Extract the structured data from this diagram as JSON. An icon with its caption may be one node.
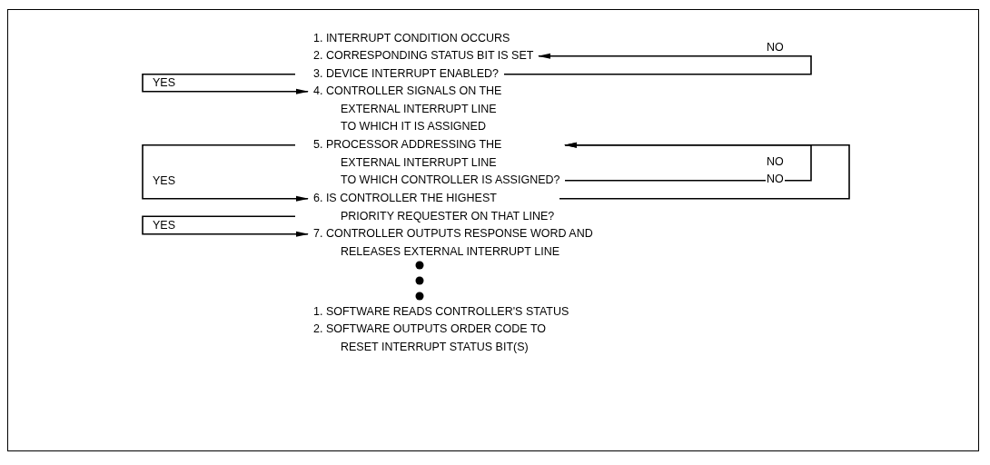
{
  "diagram": {
    "nodes": [
      {
        "text": [
          "1. INTERRUPT CONDITION OCCURS"
        ]
      },
      {
        "text": [
          "2. CORRESPONDING STATUS BIT IS SET"
        ]
      },
      {
        "text": [
          "3. DEVICE INTERRUPT ENABLED?"
        ]
      },
      {
        "text": [
          "4. CONTROLLER SIGNALS ON THE EXTERNAL INTERRUPT LINE TO WHICH IT IS ASSIGNED"
        ]
      },
      {
        "text": [
          "5. PROCESSOR ADDRESSING THE EXTERNAL INTERRUPT LINE TO WHICH CONTROLLER IS ASSIGNED?"
        ]
      },
      {
        "text": [
          "6. IS CONTROLLER THE HIGHEST PRIORITY REQUESTER ON THAT LINE?"
        ]
      },
      {
        "text": [
          "7. CONTROLLER OUTPUTS RESPONSE WORD AND RELEASES EXTERNAL INTERRUPT LINE"
        ]
      },
      {
        "text": [
          "1. SOFTWARE READS CONTROLLER'S STATUS"
        ]
      },
      {
        "text": [
          "2. SOFTWARE OUTPUTS ORDER CODE TO RESET INTERRUPT STATUS BIT(S)"
        ]
      }
    ],
    "edges": [
      {
        "from": 2,
        "to": 1,
        "arrow": "to",
        "label": "NO"
      },
      {
        "from": 2,
        "to": 3,
        "arrow": "to",
        "label": "YES"
      },
      {
        "from": 4,
        "to": 4,
        "arrow": "to",
        "label": "NO"
      },
      {
        "from": 5,
        "to": 4,
        "arrow": "to",
        "label": "NO"
      },
      {
        "from": 4,
        "to": 5,
        "arrow": "to",
        "label": "YES"
      },
      {
        "from": 5,
        "to": 6,
        "arrow": "to",
        "label": "YES"
      }
    ]
  }
}
